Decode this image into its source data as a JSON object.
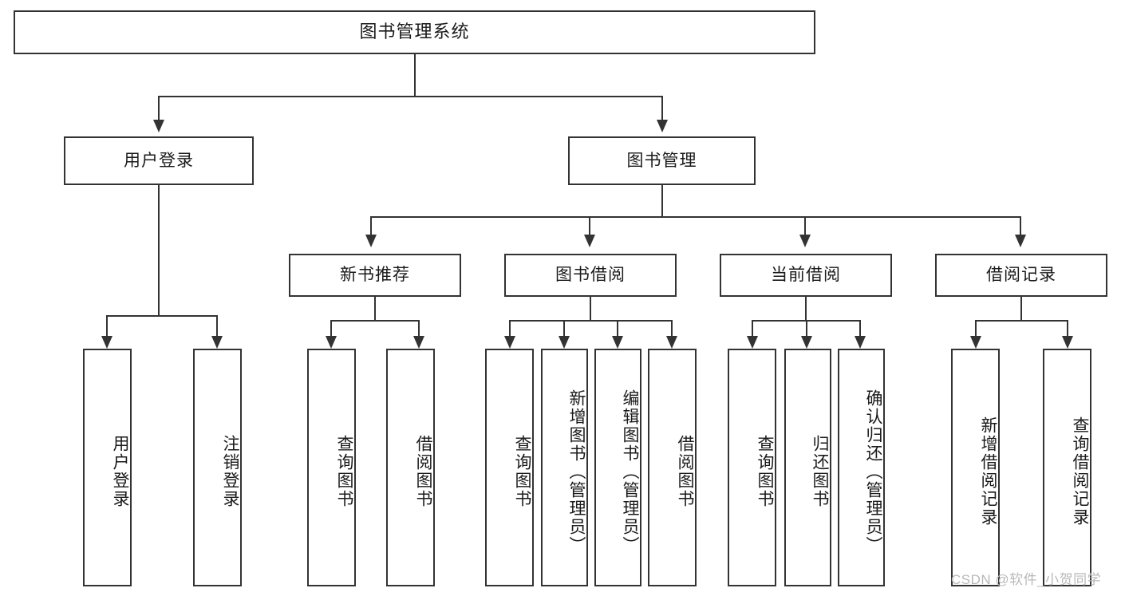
{
  "diagram": {
    "type": "tree-hierarchy-flowchart",
    "root": {
      "label": "图书管理系统"
    },
    "level2": [
      {
        "label": "用户登录"
      },
      {
        "label": "图书管理"
      }
    ],
    "level3": [
      {
        "label": "新书推荐"
      },
      {
        "label": "图书借阅"
      },
      {
        "label": "当前借阅"
      },
      {
        "label": "借阅记录"
      }
    ],
    "leaves": {
      "user_login": [
        {
          "label": "用户登录"
        },
        {
          "label": "注销登录"
        }
      ],
      "new_book_recommend": [
        {
          "label": "查询图书"
        },
        {
          "label": "借阅图书"
        }
      ],
      "book_borrow": [
        {
          "label": "查询图书"
        },
        {
          "label": "新增图书（管理员）"
        },
        {
          "label": "编辑图书（管理员）"
        },
        {
          "label": "借阅图书"
        }
      ],
      "current_borrow": [
        {
          "label": "查询图书"
        },
        {
          "label": "归还图书"
        },
        {
          "label": "确认归还（管理员）"
        }
      ],
      "borrow_record": [
        {
          "label": "新增借阅记录"
        },
        {
          "label": "查询借阅记录"
        }
      ]
    }
  },
  "watermark": {
    "text": "CSDN @软件_小贺同学"
  },
  "colors": {
    "stroke": "#333333",
    "background": "#ffffff",
    "text": "#1a1a1a",
    "watermark": "#b9b9b9"
  }
}
